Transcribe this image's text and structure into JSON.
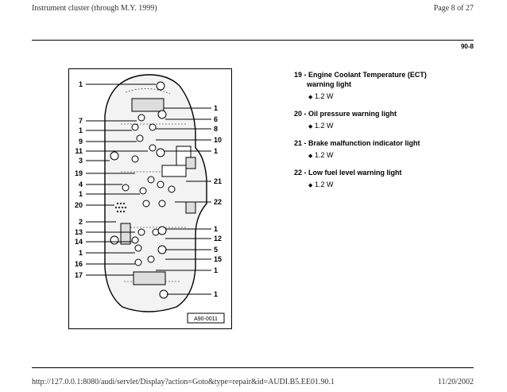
{
  "header": {
    "title": "Instrument cluster (through M.Y. 1999)",
    "page": "Page 8 of 27"
  },
  "page_code": "90-8",
  "figure": {
    "id": "A90-0011",
    "labels_left": [
      "1",
      "7",
      "1",
      "9",
      "11",
      "3",
      "19",
      "4",
      "1",
      "20",
      "2",
      "13",
      "14",
      "1",
      "16",
      "17"
    ],
    "labels_right": [
      "1",
      "6",
      "8",
      "10",
      "1",
      "21",
      "22",
      "1",
      "12",
      "5",
      "15",
      "1",
      "1"
    ]
  },
  "legend": [
    {
      "title": "19 - Engine Coolant Temperature (ECT)",
      "title2": "warning light",
      "spec": "1.2 W"
    },
    {
      "title": "20 - Oil pressure warning light",
      "title2": "",
      "spec": "1.2 W"
    },
    {
      "title": "21 - Brake malfunction indicator light",
      "title2": "",
      "spec": "1.2 W"
    },
    {
      "title": "22 - Low fuel level warning light",
      "title2": "",
      "spec": "1.2 W"
    }
  ],
  "footer": {
    "url": "http://127.0.0.1:8080/audi/servlet/Display?action=Goto&type=repair&id=AUDI.B5.EE01.90.1",
    "date": "11/20/2002"
  }
}
